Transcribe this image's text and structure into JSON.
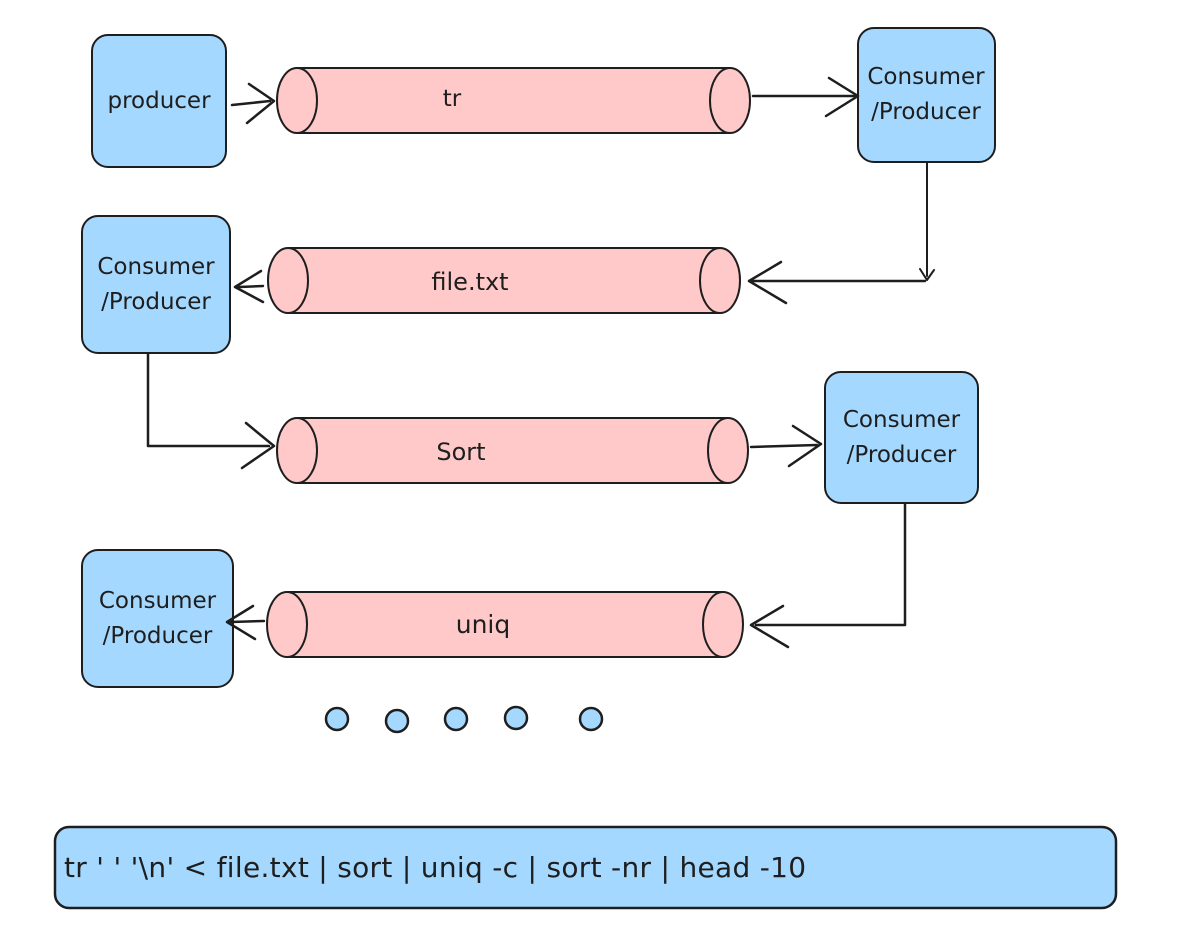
{
  "diagram": {
    "boxes": [
      {
        "id": "producer",
        "lines": [
          "producer",
          ""
        ]
      },
      {
        "id": "consumer-producer-1",
        "lines": [
          "Consumer",
          "/Producer"
        ]
      },
      {
        "id": "consumer-producer-2",
        "lines": [
          "Consumer",
          "/Producer"
        ]
      },
      {
        "id": "consumer-producer-3",
        "lines": [
          "Consumer",
          "/Producer"
        ]
      },
      {
        "id": "consumer-producer-4",
        "lines": [
          "Consumer",
          "/Producer"
        ]
      }
    ],
    "pipes": [
      {
        "id": "pipe-tr",
        "label": "tr"
      },
      {
        "id": "pipe-file",
        "label": "file.txt"
      },
      {
        "id": "pipe-sort",
        "label": "Sort"
      },
      {
        "id": "pipe-uniq",
        "label": "uniq"
      }
    ],
    "ellipsis_dot_count": 5,
    "command": "tr ' ' '\\n' < file.txt | sort | uniq -c | sort -nr | head -10",
    "colors": {
      "box_fill": "#a5d8ff",
      "pipe_fill": "#ffc9c9",
      "stroke": "#1e1e1e",
      "background": "#ffffff"
    }
  }
}
